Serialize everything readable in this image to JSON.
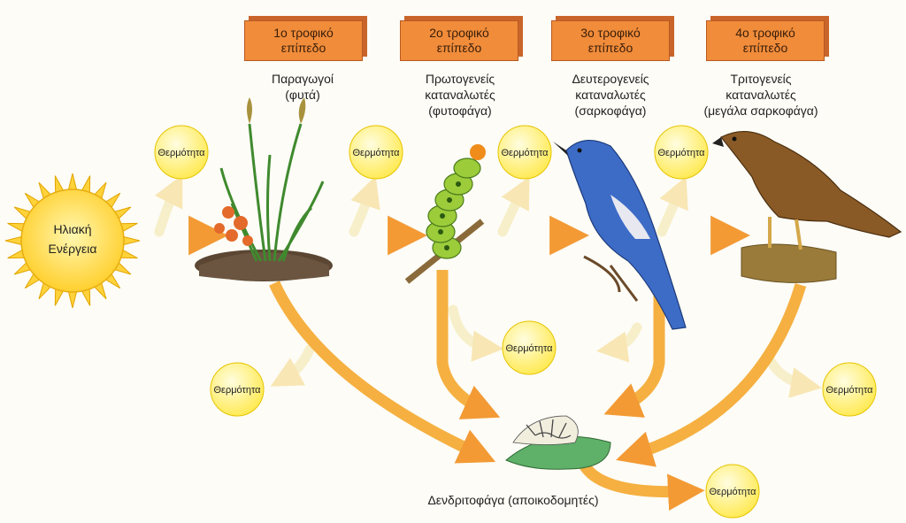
{
  "levels": [
    {
      "line1": "1ο τροφικό",
      "line2": "επίπεδο"
    },
    {
      "line1": "2ο τροφικό",
      "line2": "επίπεδο"
    },
    {
      "line1": "3ο τροφικό",
      "line2": "επίπεδο"
    },
    {
      "line1": "4ο τροφικό",
      "line2": "επίπεδο"
    }
  ],
  "organisms": [
    {
      "line1": "Παραγωγοί",
      "line2": "(φυτά)",
      "line3": ""
    },
    {
      "line1": "Πρωτογενείς",
      "line2": "καταναλωτές",
      "line3": "(φυτοφάγα)"
    },
    {
      "line1": "Δευτερογενείς",
      "line2": "καταναλωτές",
      "line3": "(σαρκοφάγα)"
    },
    {
      "line1": "Τριτογενείς",
      "line2": "καταναλωτές",
      "line3": "(μεγάλα σαρκοφάγα)"
    }
  ],
  "sun": {
    "line1": "Ηλιακή",
    "line2": "Ενέργεια"
  },
  "heat_label": "Θερμότητα",
  "decomposers_label": "Δενδριτοφάγα (αποικοδομητές)",
  "colors": {
    "arrow_main": "#f5b041",
    "arrow_fade": "#fbe6a8",
    "heat_circle": "#fff176",
    "sun": "#ffd23a",
    "level_box": "#f08c3a"
  },
  "icons": [
    "sun-icon",
    "plant-icon",
    "caterpillar-icon",
    "bird-icon",
    "hawk-icon",
    "decomposer-icon"
  ]
}
